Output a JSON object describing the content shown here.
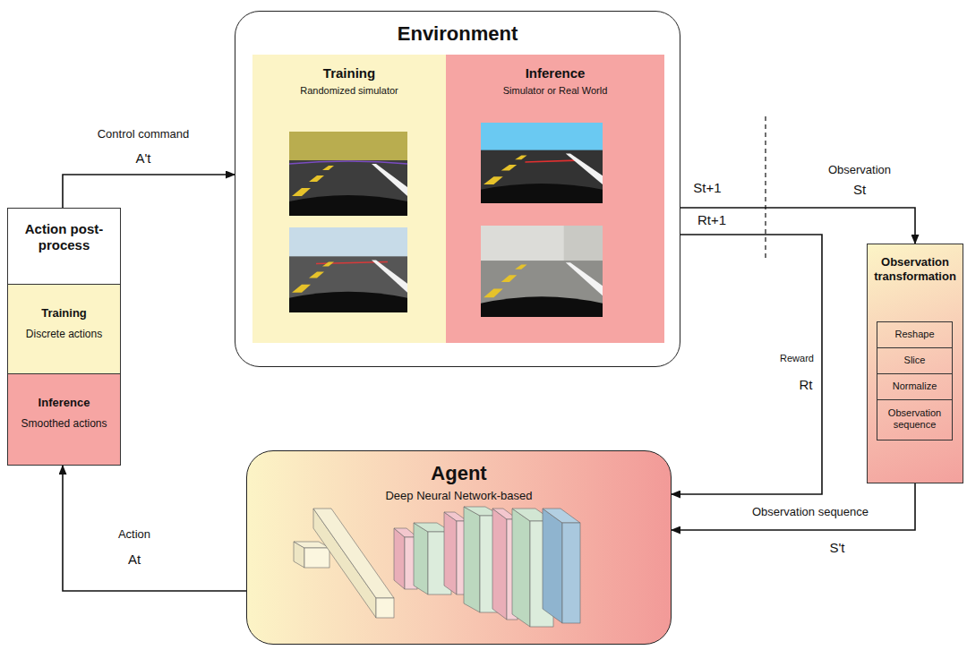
{
  "diagram": {
    "nodes": [
      {
        "text": [
          "Environment"
        ]
      },
      {
        "text": [
          "Training",
          "Randomized simulator"
        ],
        "in": 0
      },
      {
        "text": [
          "Inference",
          "Simulator or Real World"
        ],
        "in": 0
      },
      {
        "text": [
          "Action post-process"
        ]
      },
      {
        "text": [
          "Training",
          "Discrete actions"
        ],
        "in": 3
      },
      {
        "text": [
          "Inference",
          "Smoothed actions"
        ],
        "in": 3
      },
      {
        "text": [
          "Observation transformation"
        ]
      },
      {
        "text": [
          "Reshape"
        ],
        "in": 6
      },
      {
        "text": [
          "Slice"
        ],
        "in": 6
      },
      {
        "text": [
          "Normalize"
        ],
        "in": 6
      },
      {
        "text": [
          "Observation sequence"
        ],
        "in": 6
      },
      {
        "text": [
          "Agent",
          "Deep Neural Network-based"
        ]
      }
    ],
    "edges": [
      {
        "from": 3,
        "to": 0,
        "label": "Control command",
        "arrow": "to"
      },
      {
        "from": 0,
        "to": 6,
        "label": "Observation",
        "arrow": "to"
      },
      {
        "from": 0,
        "to": 11,
        "label": "Reward",
        "arrow": "to"
      },
      {
        "from": 6,
        "to": 11,
        "label": "Observation sequence",
        "arrow": "to"
      },
      {
        "from": 11,
        "to": 3,
        "label": "Action",
        "arrow": "to"
      }
    ],
    "labels": [
      "A't",
      "St+1",
      "St",
      "Rt+1",
      "Rt",
      "S't",
      "At"
    ]
  }
}
